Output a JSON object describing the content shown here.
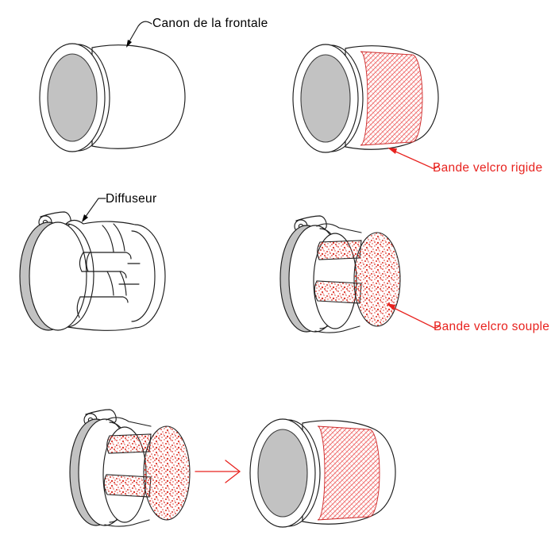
{
  "title": "Headlamp diffuser velcro mounting diagram",
  "labels": {
    "canon": "Canon de la frontale",
    "diffuseur": "Diffuseur",
    "bande_rigide": "Bande velcro rigide",
    "bande_souple": "Bande velcro souple"
  },
  "colors": {
    "annotation_red": "#e8231f",
    "band_edge": "#cc2a2a",
    "hatch_red": "#ef6a6a",
    "stipple_red": "#dd3328",
    "lens_gray": "#c2c2c2",
    "outline": "#1c1c1c"
  }
}
